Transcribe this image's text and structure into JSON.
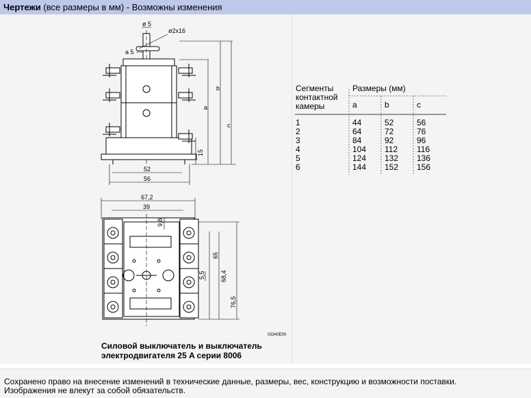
{
  "header": {
    "title_bold": "Чертежи",
    "title_rest": "(все размеры в мм) - Возможны изменения"
  },
  "drawing": {
    "dims_top": {
      "d5": "ø 5",
      "d2x16": "ø2x16",
      "a5": "a 5",
      "w52": "52",
      "w56": "56",
      "b": "b",
      "a": "a",
      "c": "c",
      "h15": "15"
    },
    "dims_bottom": {
      "w672": "67,2",
      "w39": "39",
      "h98": "9,8",
      "h65": "65",
      "h55": "5,5",
      "h684": "68,4",
      "h765": "76,5"
    },
    "code": "03340E00"
  },
  "caption": {
    "line1": "Силовой выключатель и выключатель",
    "line2": "электродвигателя 25 A серии 8006"
  },
  "table": {
    "head1": [
      "Сегменты",
      "контактной",
      "камеры"
    ],
    "head2": "Размеры (мм)",
    "cols": [
      "a",
      "b",
      "c"
    ],
    "rows": [
      [
        "1",
        "44",
        "52",
        "56"
      ],
      [
        "2",
        "64",
        "72",
        "76"
      ],
      [
        "3",
        "84",
        "92",
        "96"
      ],
      [
        "4",
        "104",
        "112",
        "116"
      ],
      [
        "5",
        "124",
        "132",
        "136"
      ],
      [
        "6",
        "144",
        "152",
        "156"
      ]
    ]
  },
  "footer": {
    "line1": "Сохранено право на внесение изменений в технические данные, размеры, вес, конструкцию и возможности поставки.",
    "line2": "Изображения не влекут за собой обязательств."
  }
}
